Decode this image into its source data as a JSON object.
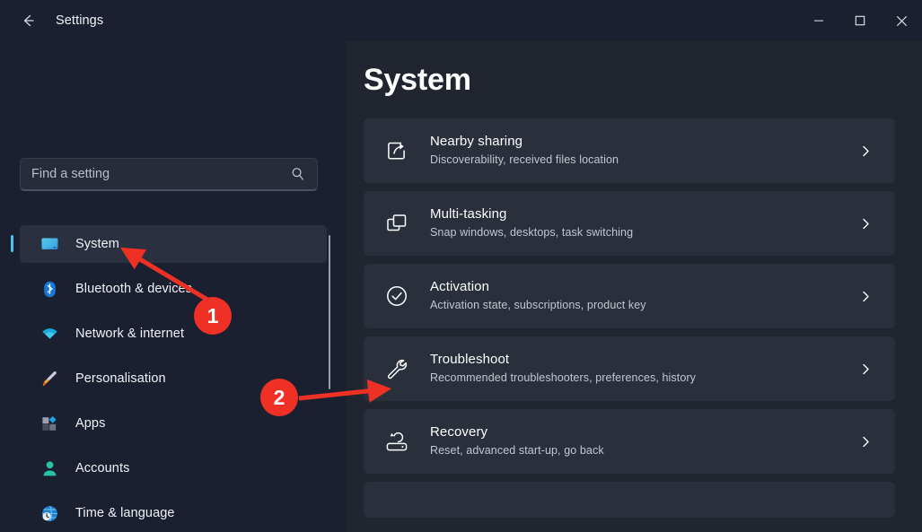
{
  "window": {
    "title": "Settings",
    "back_icon": "back-arrow-icon",
    "controls": {
      "minimize": "minimize-icon",
      "maximize": "maximize-icon",
      "close": "close-icon"
    }
  },
  "sidebar": {
    "search": {
      "placeholder": "Find a setting",
      "value": "",
      "icon": "search-icon"
    },
    "items": [
      {
        "label": "System",
        "icon": "monitor-icon",
        "selected": true
      },
      {
        "label": "Bluetooth & devices",
        "icon": "bluetooth-icon",
        "selected": false
      },
      {
        "label": "Network & internet",
        "icon": "wifi-icon",
        "selected": false
      },
      {
        "label": "Personalisation",
        "icon": "paintbrush-icon",
        "selected": false
      },
      {
        "label": "Apps",
        "icon": "apps-icon",
        "selected": false
      },
      {
        "label": "Accounts",
        "icon": "person-icon",
        "selected": false
      },
      {
        "label": "Time & language",
        "icon": "globe-clock-icon",
        "selected": false
      }
    ],
    "scrollbar": "sidebar-scrollbar"
  },
  "main": {
    "title": "System",
    "cards": [
      {
        "title": "Nearby sharing",
        "subtitle": "Discoverability, received files location",
        "icon": "share-icon",
        "chevron": "chevron-right-icon"
      },
      {
        "title": "Multi-tasking",
        "subtitle": "Snap windows, desktops, task switching",
        "icon": "windows-stack-icon",
        "chevron": "chevron-right-icon"
      },
      {
        "title": "Activation",
        "subtitle": "Activation state, subscriptions, product key",
        "icon": "check-circle-icon",
        "chevron": "chevron-right-icon"
      },
      {
        "title": "Troubleshoot",
        "subtitle": "Recommended troubleshooters, preferences, history",
        "icon": "wrench-icon",
        "chevron": "chevron-right-icon"
      },
      {
        "title": "Recovery",
        "subtitle": "Reset, advanced start-up, go back",
        "icon": "recovery-drive-icon",
        "chevron": "chevron-right-icon"
      }
    ]
  },
  "annotations": {
    "color": "#ee3124",
    "markers": [
      {
        "number": "1",
        "points_to": "System"
      },
      {
        "number": "2",
        "points_to": "Troubleshoot"
      }
    ]
  },
  "colors": {
    "sidebar_bg": "#1b2030",
    "panel_bg": "#21252f",
    "card_bg": "#2a2f3c",
    "selected_bg": "#2b3040",
    "accent": "#4cc2f0",
    "annotation_red": "#ee3124"
  }
}
